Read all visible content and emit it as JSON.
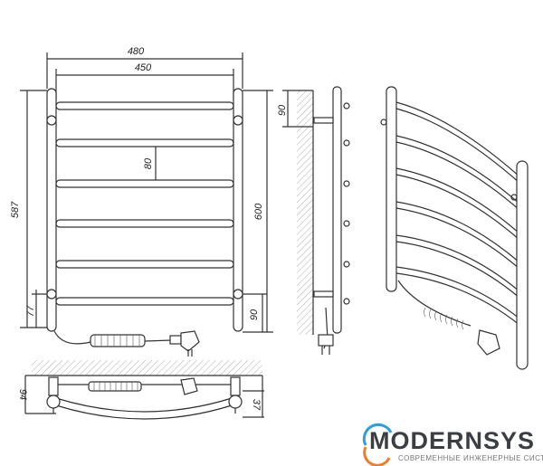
{
  "dimensions": {
    "overall_width": "480",
    "rail_width": "450",
    "height_left": "587",
    "height_right": "600",
    "rail_pitch": "80",
    "bottom_offset_left": "77",
    "bottom_offset_right": "90",
    "side_top_offset": "90",
    "depth_total": "94",
    "depth_bracket": "37"
  },
  "logo": {
    "brand": "MODERNSYS",
    "tagline": "СОВРЕМЕННЫЕ ИНЖЕНЕРНЫЕ СИСТЕМЫ",
    "colors": {
      "blue": "#2e9fd8",
      "orange": "#f07d2a",
      "text": "#3b3f44"
    }
  }
}
